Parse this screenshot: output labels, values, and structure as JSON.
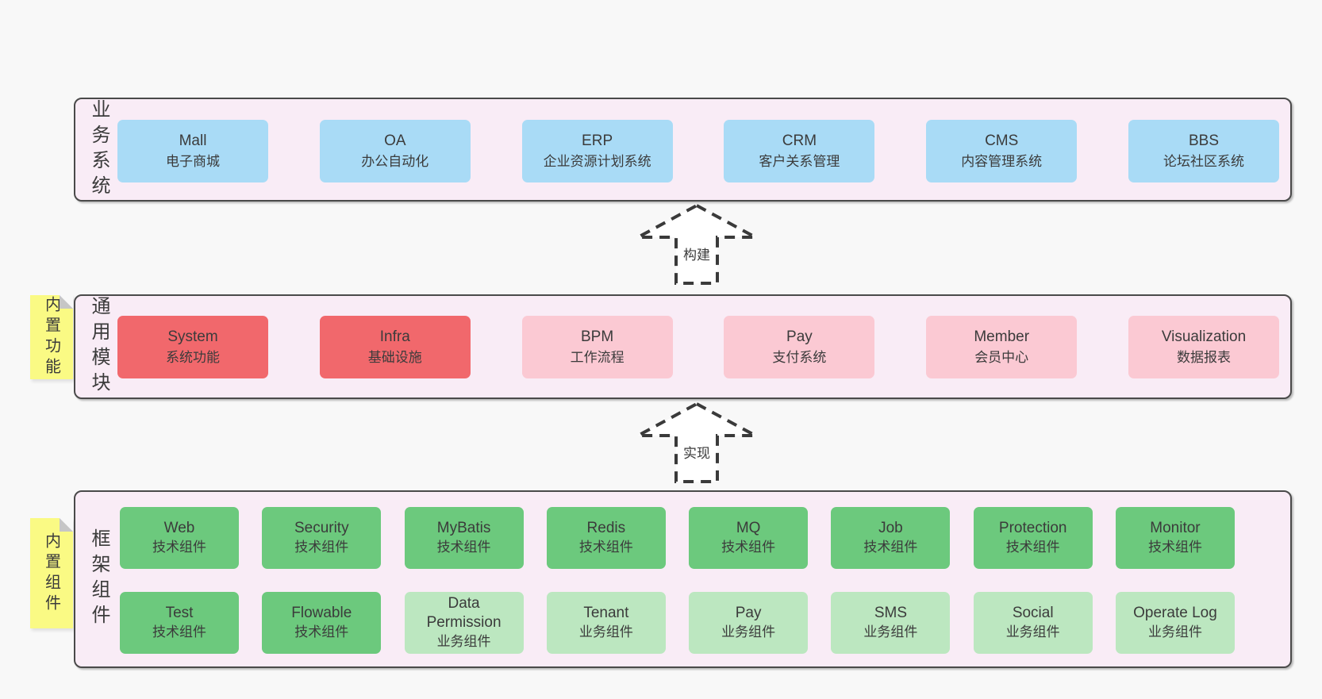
{
  "colors": {
    "page_bg": "#f8f8f8",
    "layer_bg": "#f9ecf6",
    "layer_border": "#4a4a4a",
    "blue_box": "#a9dbf6",
    "red_box": "#f1686c",
    "pink_box": "#fbc9d3",
    "green_box": "#6cc97d",
    "light_green_box": "#bce7c0",
    "note_yellow": "#fafa84",
    "text": "#3b3b3b"
  },
  "layers": {
    "business": {
      "label": "业务系统",
      "boxes": [
        {
          "title": "Mall",
          "subtitle": "电子商城"
        },
        {
          "title": "OA",
          "subtitle": "办公自动化"
        },
        {
          "title": "ERP",
          "subtitle": "企业资源计划系统"
        },
        {
          "title": "CRM",
          "subtitle": "客户关系管理"
        },
        {
          "title": "CMS",
          "subtitle": "内容管理系统"
        },
        {
          "title": "BBS",
          "subtitle": "论坛社区系统"
        }
      ]
    },
    "modules": {
      "label": "通用模块",
      "note": "内置功能",
      "boxes": [
        {
          "title": "System",
          "subtitle": "系统功能"
        },
        {
          "title": "Infra",
          "subtitle": "基础设施"
        },
        {
          "title": "BPM",
          "subtitle": "工作流程"
        },
        {
          "title": "Pay",
          "subtitle": "支付系统"
        },
        {
          "title": "Member",
          "subtitle": "会员中心"
        },
        {
          "title": "Visualization",
          "subtitle": "数据报表"
        }
      ]
    },
    "components": {
      "label": "框架组件",
      "note": "内置组件",
      "row1": [
        {
          "title": "Web",
          "subtitle": "技术组件"
        },
        {
          "title": "Security",
          "subtitle": "技术组件"
        },
        {
          "title": "MyBatis",
          "subtitle": "技术组件"
        },
        {
          "title": "Redis",
          "subtitle": "技术组件"
        },
        {
          "title": "MQ",
          "subtitle": "技术组件"
        },
        {
          "title": "Job",
          "subtitle": "技术组件"
        },
        {
          "title": "Protection",
          "subtitle": "技术组件"
        },
        {
          "title": "Monitor",
          "subtitle": "技术组件"
        }
      ],
      "row2": [
        {
          "title": "Test",
          "subtitle": "技术组件"
        },
        {
          "title": "Flowable",
          "subtitle": "技术组件"
        },
        {
          "title": "Data Permission",
          "subtitle": "业务组件"
        },
        {
          "title": "Tenant",
          "subtitle": "业务组件"
        },
        {
          "title": "Pay",
          "subtitle": "业务组件"
        },
        {
          "title": "SMS",
          "subtitle": "业务组件"
        },
        {
          "title": "Social",
          "subtitle": "业务组件"
        },
        {
          "title": "Operate Log",
          "subtitle": "业务组件"
        }
      ]
    }
  },
  "arrows": {
    "build": "构建",
    "implement": "实现"
  }
}
